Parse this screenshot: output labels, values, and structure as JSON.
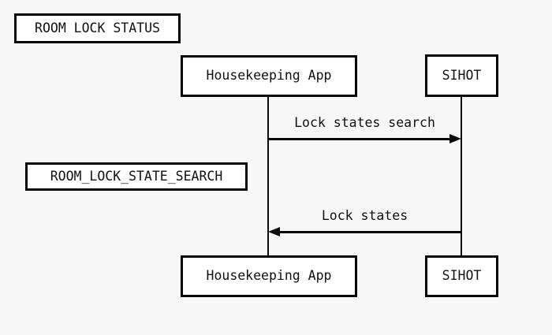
{
  "diagram": {
    "type": "sequence-diagram",
    "title": "ROOM LOCK STATUS",
    "background_color": "#f7f7f7",
    "line_color": "#0a0a0a",
    "box_fill_color": "#ffffff",
    "note": {
      "label": "ROOM_LOCK_STATE_SEARCH"
    },
    "participants": [
      {
        "id": "housekeeping",
        "label": "Housekeeping App"
      },
      {
        "id": "sihot",
        "label": "SIHOT"
      }
    ],
    "messages": [
      {
        "label": "Lock states search",
        "from": "housekeeping",
        "to": "sihot",
        "direction": "right",
        "arrow_style": "solid"
      },
      {
        "label": "Lock states",
        "from": "sihot",
        "to": "housekeeping",
        "direction": "left",
        "arrow_style": "solid"
      }
    ]
  }
}
